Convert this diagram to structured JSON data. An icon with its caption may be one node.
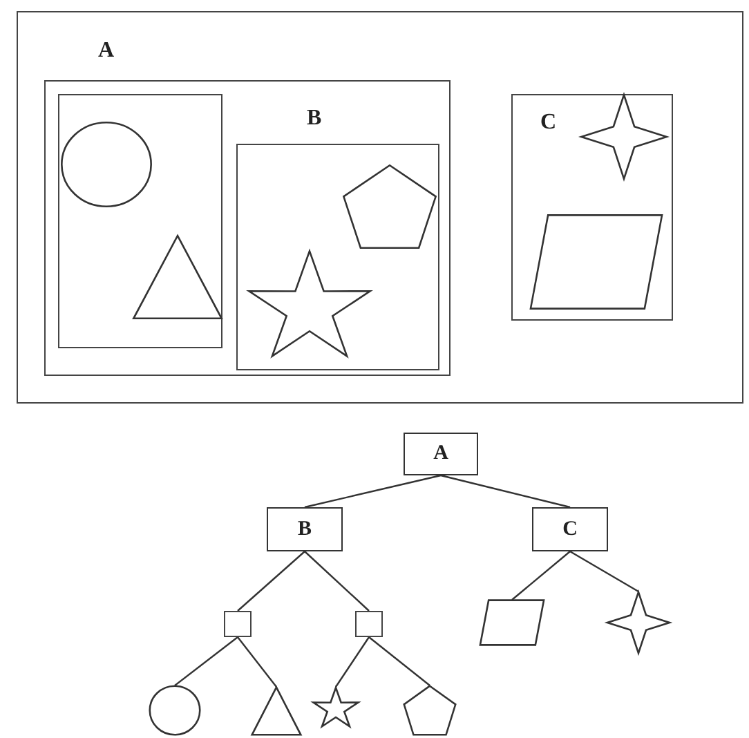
{
  "diagram": {
    "nodes": [
      {
        "text": [],
        "shape": "box"
      },
      {
        "text": [
          "A"
        ],
        "in": 0
      },
      {
        "text": [],
        "shape": "box",
        "in": 1
      },
      {
        "text": [],
        "shape": "circle",
        "in": 2
      },
      {
        "text": [],
        "shape": "triangle",
        "in": 2
      },
      {
        "text": [
          "B"
        ],
        "in": 1
      },
      {
        "text": [],
        "shape": "pentagon",
        "in": 5
      },
      {
        "text": [],
        "shape": "star",
        "in": 5
      },
      {
        "text": [
          "C"
        ],
        "in": 0
      },
      {
        "text": [],
        "shape": "star",
        "in": 8
      },
      {
        "text": [],
        "shape": "parallelogram",
        "in": 8
      },
      {
        "text": [
          "A"
        ]
      },
      {
        "text": [
          "B"
        ]
      },
      {
        "text": [
          "C"
        ]
      },
      {
        "text": [],
        "shape": "box"
      },
      {
        "text": [],
        "shape": "box"
      },
      {
        "text": [],
        "shape": "circle"
      },
      {
        "text": [],
        "shape": "triangle"
      },
      {
        "text": [],
        "shape": "star"
      },
      {
        "text": [],
        "shape": "pentagon"
      },
      {
        "text": [],
        "shape": "parallelogram"
      },
      {
        "text": [],
        "shape": "star"
      }
    ],
    "edges": [
      {
        "from": 11,
        "to": 12,
        "arrow": "none"
      },
      {
        "from": 11,
        "to": 13,
        "arrow": "none"
      },
      {
        "from": 12,
        "to": 14,
        "arrow": "none"
      },
      {
        "from": 12,
        "to": 15,
        "arrow": "none"
      },
      {
        "from": 14,
        "to": 16,
        "arrow": "none"
      },
      {
        "from": 14,
        "to": 17,
        "arrow": "none"
      },
      {
        "from": 15,
        "to": 18,
        "arrow": "none"
      },
      {
        "from": 15,
        "to": 19,
        "arrow": "none"
      },
      {
        "from": 13,
        "to": 20,
        "arrow": "none"
      },
      {
        "from": 13,
        "to": 21,
        "arrow": "none"
      }
    ]
  }
}
